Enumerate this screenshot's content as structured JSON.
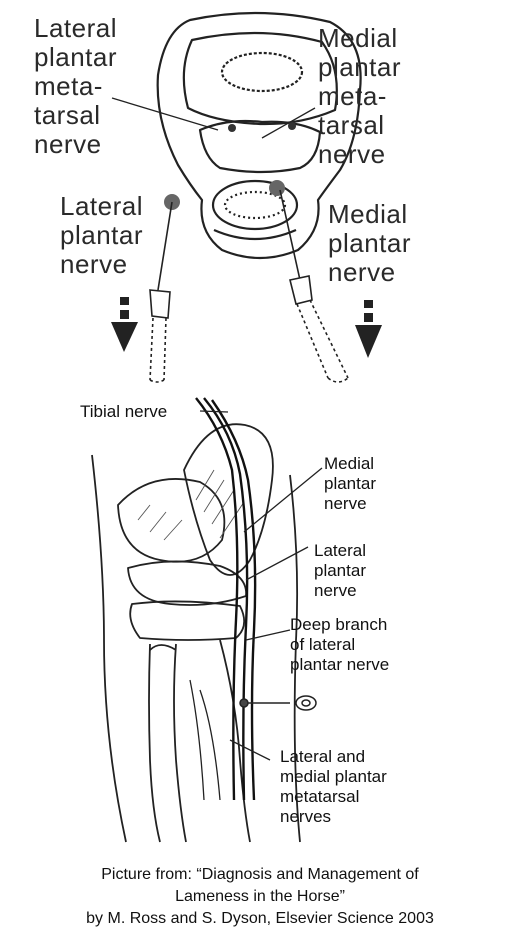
{
  "top_view": {
    "lateral_plantar_metatarsal": "Lateral\nplantar\nmeta-\ntarsal\nnerve",
    "medial_plantar_metatarsal": "Medial\nplantar\nmeta-\ntarsal\nnerve",
    "lateral_plantar": "Lateral\nplantar\nnerve",
    "medial_plantar": "Medial\nplantar\nnerve"
  },
  "side_view": {
    "tibial": "Tibial nerve",
    "medial_plantar": "Medial\nplantar\nnerve",
    "lateral_plantar": "Lateral\nplantar\nnerve",
    "deep_branch": "Deep branch\nof lateral\nplantar nerve",
    "metatarsal": "Lateral and\nmedial plantar\nmetatarsal\nnerves"
  },
  "caption": {
    "line1": "Picture from: “Diagnosis and Management of",
    "line2": "Lameness in the Horse”",
    "line3": "by M. Ross and S. Dyson, Elsevier Science 2003"
  }
}
